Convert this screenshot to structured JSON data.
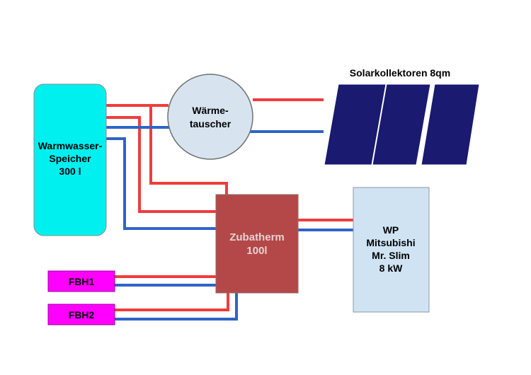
{
  "colors": {
    "hot_pipe": "#f03c3c",
    "cold_pipe": "#2f64c8",
    "tank": "#00f0f0",
    "heat_exchanger": "#d7e4f0",
    "buffer_tank": "#b44848",
    "buffer_text": "#e6d2d2",
    "heat_pump": "#cfe3f3",
    "floor_heating": "#ff00ff",
    "solar_panel": "#1a1a70"
  },
  "components": {
    "solar": {
      "label": "Solarkollektoren 8qm",
      "icon": "solar-panel-array"
    },
    "exchanger": {
      "line1": "Wärme-",
      "line2": "tauscher"
    },
    "tank": {
      "line1": "Warmwasser-",
      "line2": "Speicher",
      "line3": "300 l"
    },
    "buffer": {
      "line1": "Zubatherm",
      "line2": "100l"
    },
    "heatpump": {
      "line1": "WP",
      "line2": "Mitsubishi",
      "line3": "Mr. Slim",
      "line4": "8 kW"
    },
    "fbh1": {
      "label": "FBH1"
    },
    "fbh2": {
      "label": "FBH2"
    }
  }
}
